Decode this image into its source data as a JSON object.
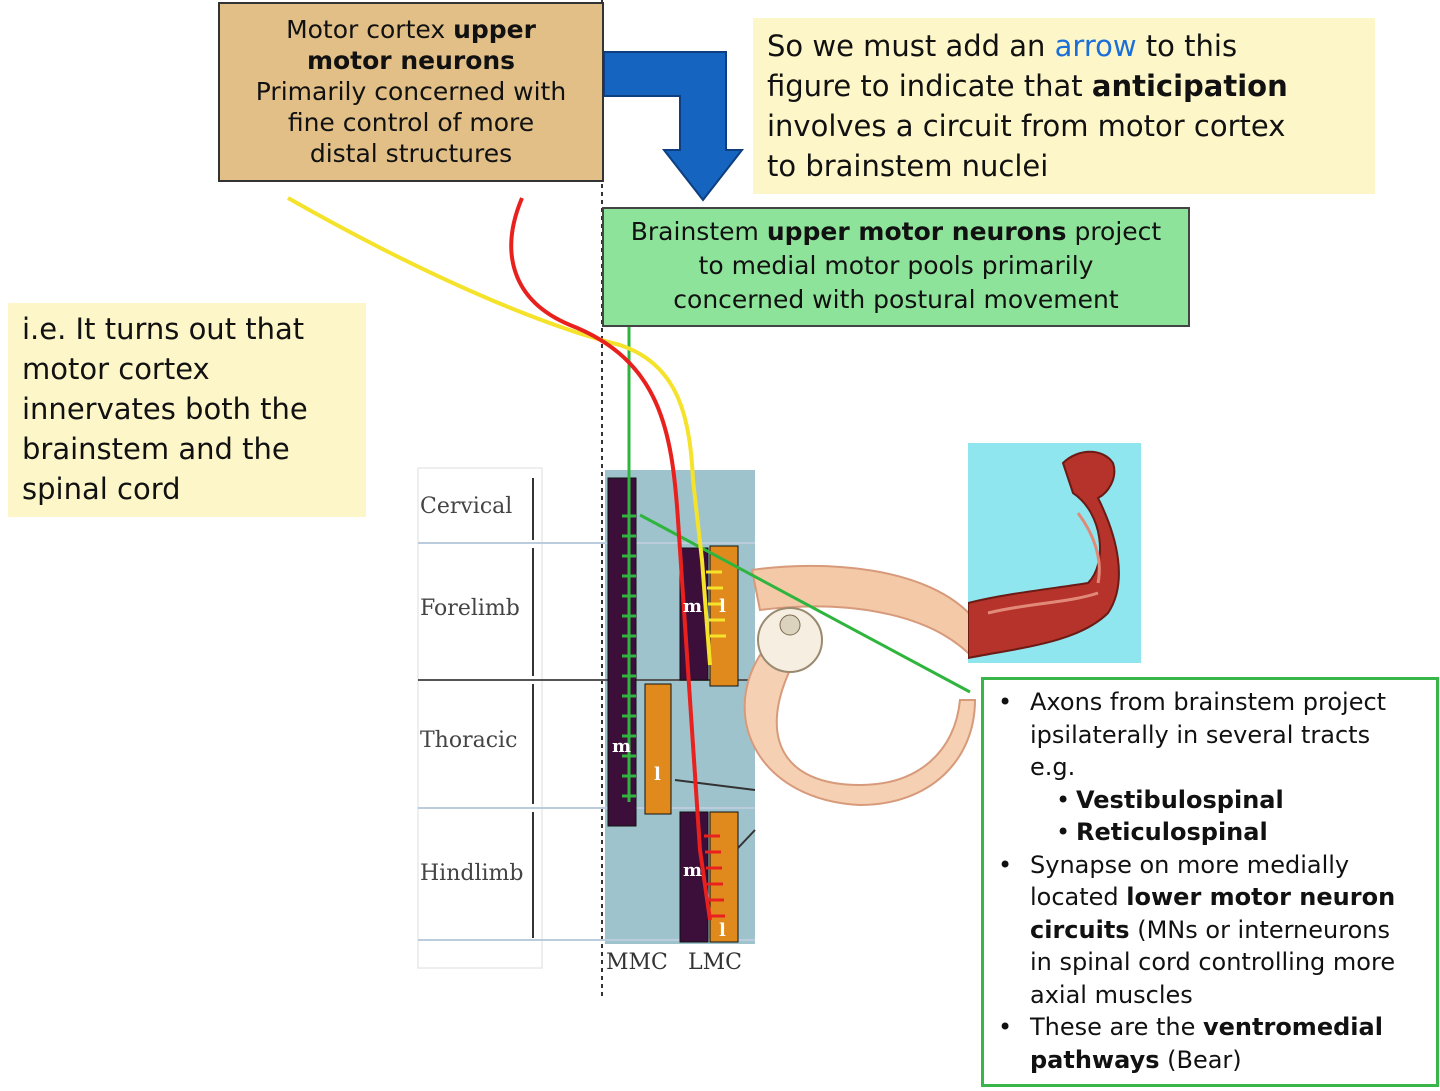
{
  "motor_box": {
    "line1_plain": "Motor cortex ",
    "line1_bold": "upper",
    "line2_bold": "motor neurons",
    "line3": "Primarily concerned with",
    "line4": "fine control of more",
    "line5": "distal structures"
  },
  "note_box": {
    "l1a": "So we must add an ",
    "l1b": "arrow",
    "l1c": " to this",
    "l2a": "figure to indicate that ",
    "l2b": "anticipation",
    "l3": "involves a circuit from motor cortex",
    "l4": "to brainstem nuclei",
    "arrow_word_color": "#1a6fd8"
  },
  "brainstem_box": {
    "l1a": "Brainstem ",
    "l1b": "upper motor neurons",
    "l1c": " project",
    "l2": "to medial motor pools primarily",
    "l3": "concerned with postural movement"
  },
  "ie_box": {
    "l1": "i.e. It turns out that",
    "l2": "motor cortex",
    "l3": "innervates both the",
    "l4": "brainstem and the",
    "l5": "spinal cord"
  },
  "axon_box": {
    "bullet": "•",
    "b1a": "Axons from brainstem project",
    "b1b": "ipsilaterally in several tracts",
    "b1c": "e.g.",
    "sub1": "Vestibulospinal",
    "sub2": "Reticulospinal",
    "b2a": "Synapse on more medially",
    "b2b_plain": "located ",
    "b2b_bold": "lower motor neuron",
    "b2c_bold": "circuits",
    "b2c_plain": " (MNs or interneurons",
    "b2d": "in spinal cord controlling more",
    "b2e": "axial muscles",
    "b3a_plain": "These are the ",
    "b3a_bold": "ventromedial",
    "b3b_bold": "pathways",
    "b3b_plain": " (Bear)"
  },
  "spinal_figure": {
    "segments": [
      "Cervical",
      "Forelimb",
      "Thoracic",
      "Hindlimb"
    ],
    "columns": [
      "MMC",
      "LMC"
    ],
    "pool_medial": "m",
    "pool_lateral": "l"
  },
  "colors": {
    "motor_box_fill": "#e1bf86",
    "note_fill": "#fdf6c8",
    "brainstem_fill": "#8ee39a",
    "big_arrow": "#1565c0",
    "cortex_tract_red": "#e8211e",
    "cortex_tract_yellow": "#f5e22a",
    "brainstem_tract_green": "#2fb53d",
    "spinal_bg": "#9ec3cc",
    "medial_pool": "#3b0f3a",
    "lateral_pool": "#e08a1e"
  }
}
